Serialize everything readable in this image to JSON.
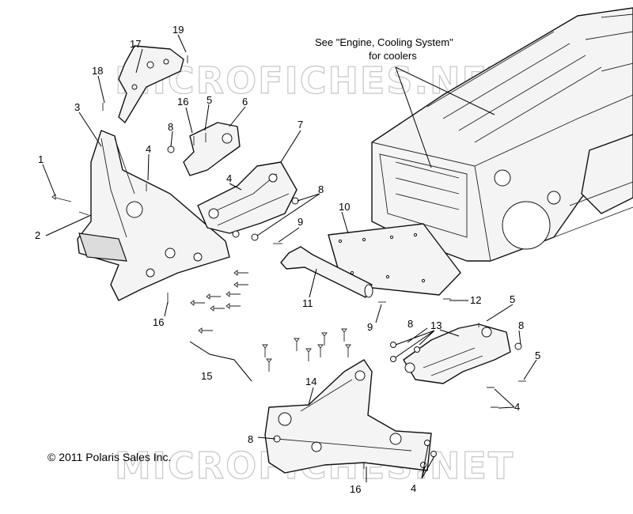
{
  "note": {
    "line1": "See \"Engine, Cooling System\"",
    "line2": "for coolers"
  },
  "copyright": "© 2011 Polaris Sales Inc.",
  "watermark": "MICROFICHES.NET",
  "callouts": {
    "c1": "1",
    "c2": "2",
    "c3": "3",
    "c4a": "4",
    "c4b": "4",
    "c4c": "4",
    "c4d": "4",
    "c5a": "5",
    "c5b": "5",
    "c5c": "5",
    "c6": "6",
    "c7": "7",
    "c8a": "8",
    "c8b": "8",
    "c8c": "8",
    "c8d": "8",
    "c8e": "8",
    "c9a": "9",
    "c9b": "9",
    "c10": "10",
    "c11": "11",
    "c12": "12",
    "c13": "13",
    "c14": "14",
    "c15": "15",
    "c16a": "16",
    "c16b": "16",
    "c16c": "16",
    "c17": "17",
    "c18": "18",
    "c19": "19"
  }
}
